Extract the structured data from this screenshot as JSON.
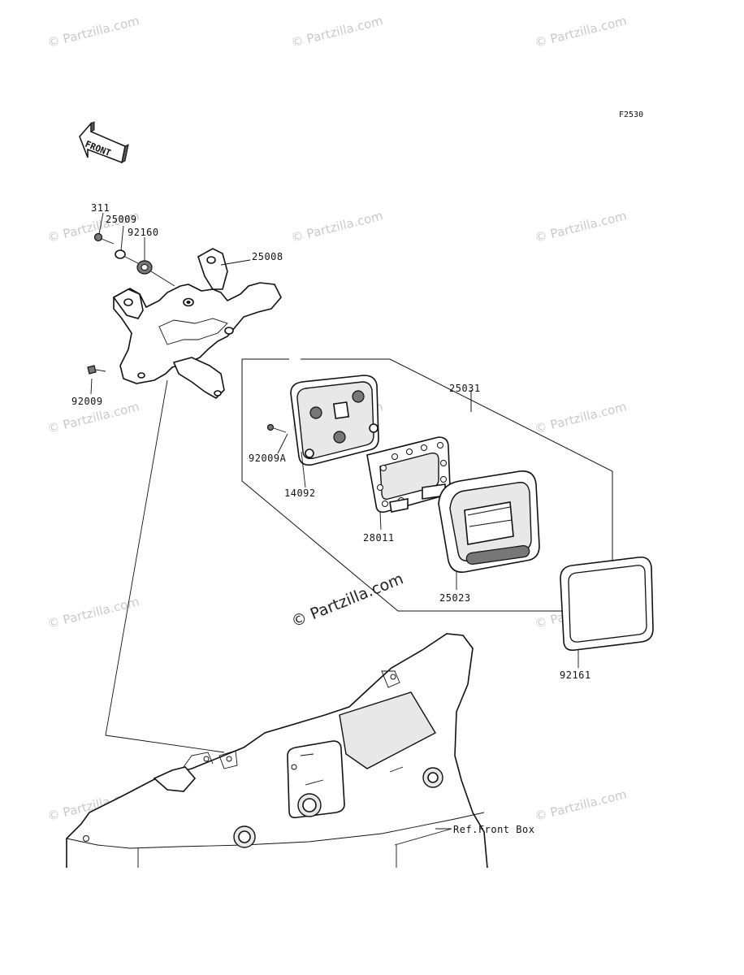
{
  "figure_code": "F2530",
  "front_arrow_label": "FRONT",
  "watermark": "© Partzilla.com",
  "center_watermark": "© Partzilla.com",
  "part_labels": {
    "p311": "311",
    "p25009": "25009",
    "p92160": "92160",
    "p25008": "25008",
    "p92009": "92009",
    "p25031": "25031",
    "p92009A": "92009A",
    "p14092": "14092",
    "p28011": "28011",
    "p25023": "25023",
    "p92161": "92161",
    "ref_front_box": "Ref.Front Box"
  }
}
